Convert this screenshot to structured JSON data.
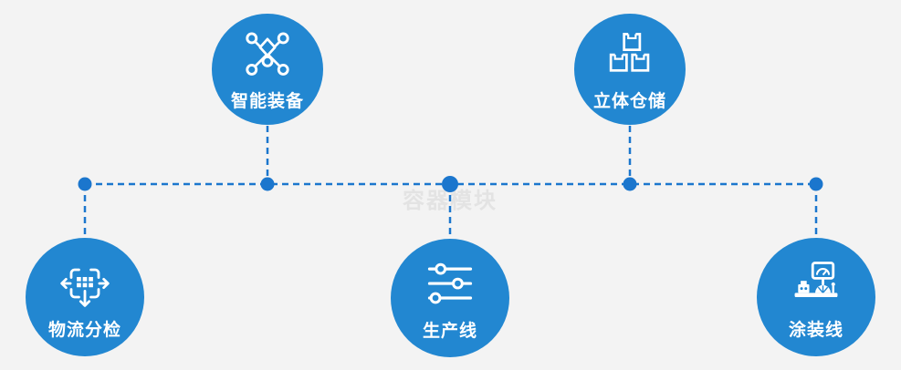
{
  "watermark": "容器模块",
  "colors": {
    "background": "#f3f3f3",
    "circle_fill": "#2287d1",
    "connector": "#1b76cd",
    "icon": "#ffffff",
    "watermark_text": "#e3e3e3",
    "label_text": "#ffffff"
  },
  "nodes": [
    {
      "id": "smart-equipment",
      "label": "智能装备",
      "icon": "network-nodes-icon"
    },
    {
      "id": "warehouse",
      "label": "立体仓储",
      "icon": "stacked-boxes-icon"
    },
    {
      "id": "logistics-sorting",
      "label": "物流分检",
      "icon": "crosshair-sorting-icon"
    },
    {
      "id": "production-line",
      "label": "生产线",
      "icon": "sliders-icon"
    },
    {
      "id": "painting-line",
      "label": "涂装线",
      "icon": "paint-station-icon"
    }
  ]
}
